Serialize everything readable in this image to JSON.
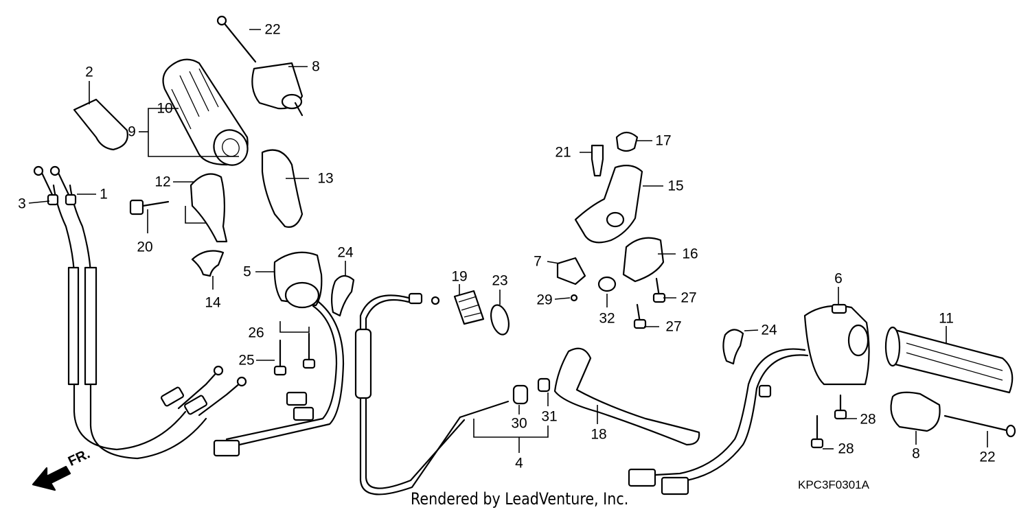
{
  "callouts": [
    "1",
    "2",
    "3",
    "4",
    "5",
    "6",
    "7",
    "8",
    "8",
    "9",
    "10",
    "11",
    "12",
    "13",
    "14",
    "15",
    "16",
    "17",
    "18",
    "19",
    "20",
    "21",
    "22",
    "22",
    "23",
    "24",
    "24",
    "25",
    "26",
    "27",
    "27",
    "28",
    "28",
    "29",
    "30",
    "31",
    "32"
  ],
  "diagram_code": "KPC3F0301A",
  "credit": "Rendered by LeadVenture, Inc.",
  "front_indicator": "FR."
}
